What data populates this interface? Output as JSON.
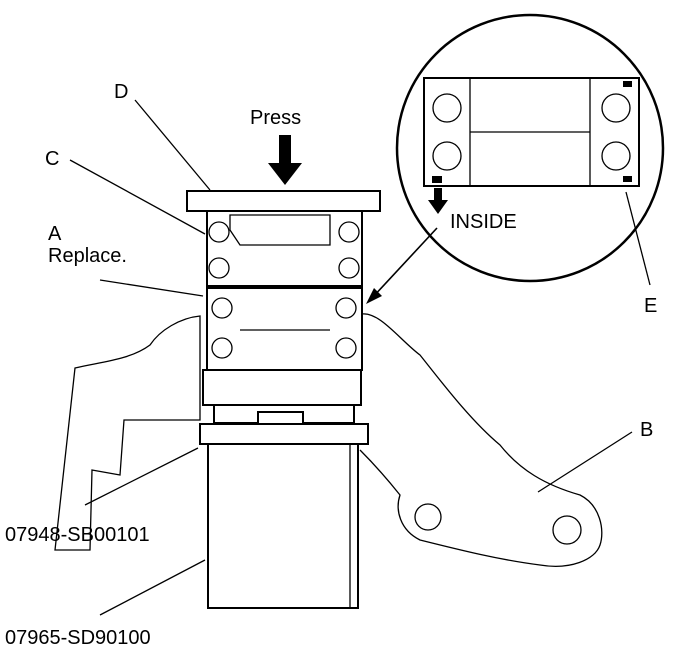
{
  "labels": {
    "press": "Press",
    "inside": "INSIDE",
    "a": "A",
    "replace": "Replace.",
    "b": "B",
    "c": "C",
    "d": "D",
    "e": "E",
    "tool1": "07948-SB00101",
    "tool2": "07965-SD90100"
  }
}
